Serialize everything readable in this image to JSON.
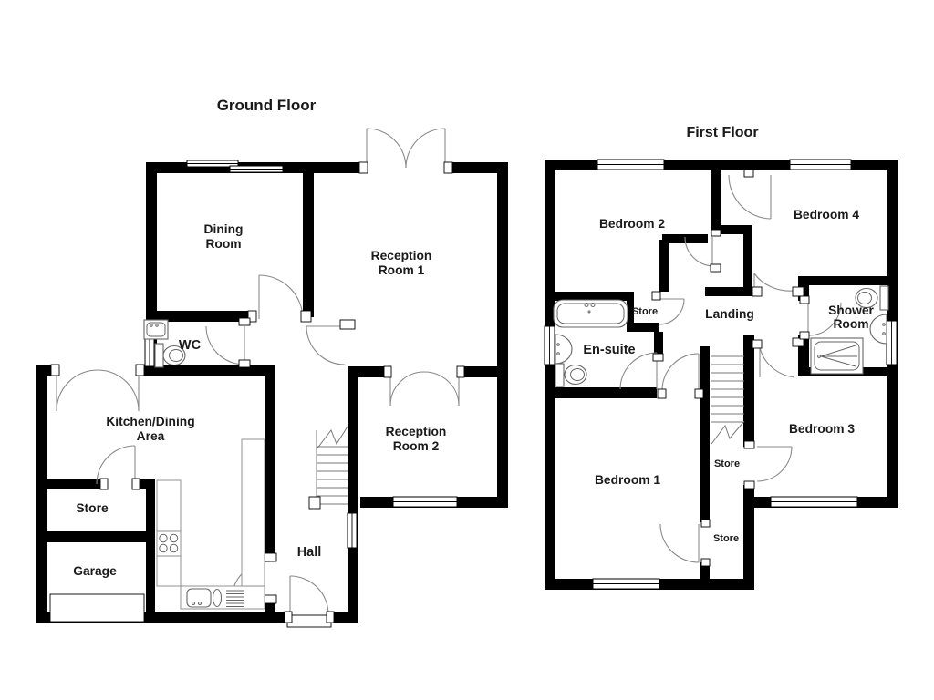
{
  "document": {
    "type": "floor-plan",
    "background": "#ffffff"
  },
  "colors": {
    "wall": "#000000",
    "background": "#ffffff",
    "fixture_outline": "#666666",
    "counter_outline": "#9a9a9a",
    "door_arc": "#8a8a8a",
    "text": "#1a1a1a"
  },
  "fixtures": [
    "bath",
    "toilet",
    "basin",
    "shower-tray",
    "hob",
    "kitchen-sink",
    "stairs",
    "garage-door",
    "window",
    "door-swing"
  ],
  "floors": {
    "ground": {
      "title": "Ground Floor",
      "rooms": {
        "dining": {
          "label": "Dining Room",
          "lines": [
            "Dining",
            "Room"
          ]
        },
        "reception1": {
          "label": "Reception Room 1",
          "lines": [
            "Reception",
            "Room 1"
          ]
        },
        "wc": {
          "label": "WC",
          "lines": [
            "WC"
          ]
        },
        "kitchen": {
          "label": "Kitchen/Dining Area",
          "lines": [
            "Kitchen/Dining",
            "Area"
          ]
        },
        "store": {
          "label": "Store",
          "lines": [
            "Store"
          ]
        },
        "garage": {
          "label": "Garage",
          "lines": [
            "Garage"
          ]
        },
        "hall": {
          "label": "Hall",
          "lines": [
            "Hall"
          ]
        },
        "reception2": {
          "label": "Reception Room 2",
          "lines": [
            "Reception",
            "Room 2"
          ]
        }
      }
    },
    "first": {
      "title": "First Floor",
      "rooms": {
        "bedroom2": {
          "label": "Bedroom 2",
          "lines": [
            "Bedroom 2"
          ]
        },
        "bedroom4": {
          "label": "Bedroom 4",
          "lines": [
            "Bedroom 4"
          ]
        },
        "ensuite": {
          "label": "En-suite",
          "lines": [
            "En-suite"
          ]
        },
        "store_upper": {
          "label": "Store",
          "lines": [
            "Store"
          ]
        },
        "landing": {
          "label": "Landing",
          "lines": [
            "Landing"
          ]
        },
        "shower": {
          "label": "Shower Room",
          "lines": [
            "Shower",
            "Room"
          ]
        },
        "bedroom1": {
          "label": "Bedroom 1",
          "lines": [
            "Bedroom 1"
          ]
        },
        "bedroom3": {
          "label": "Bedroom 3",
          "lines": [
            "Bedroom 3"
          ]
        },
        "store_mid": {
          "label": "Store",
          "lines": [
            "Store"
          ]
        },
        "store_lower": {
          "label": "Store",
          "lines": [
            "Store"
          ]
        }
      }
    }
  }
}
